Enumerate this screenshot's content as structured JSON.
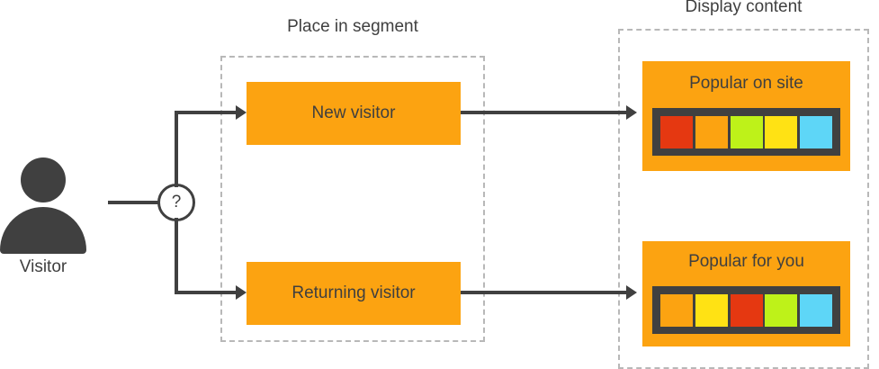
{
  "diagram": {
    "type": "flow",
    "actor": {
      "icon": "person-icon",
      "label": "Visitor"
    },
    "decision": {
      "label": "?",
      "name": "decision-node"
    },
    "groups": [
      {
        "id": "segment",
        "title": "Place in segment"
      },
      {
        "id": "display",
        "title": "Display content"
      }
    ],
    "segments": [
      {
        "id": "new",
        "label": "New visitor"
      },
      {
        "id": "returning",
        "label": "Returning visitor"
      }
    ],
    "content_cards": [
      {
        "id": "popular-on-site",
        "title": "Popular on site",
        "swatches": [
          "#E53811",
          "#FCA311",
          "#BEF219",
          "#FFE214",
          "#5ED6F7"
        ]
      },
      {
        "id": "popular-for-you",
        "title": "Popular for you",
        "swatches": [
          "#FCA311",
          "#FFE214",
          "#E53811",
          "#BEF219",
          "#5ED6F7"
        ]
      }
    ],
    "colors": {
      "accent": "#FCA311",
      "dark": "#404040",
      "text": "#3f3f3f",
      "dashed_border": "#b8b8b8",
      "background": "#ffffff"
    }
  }
}
